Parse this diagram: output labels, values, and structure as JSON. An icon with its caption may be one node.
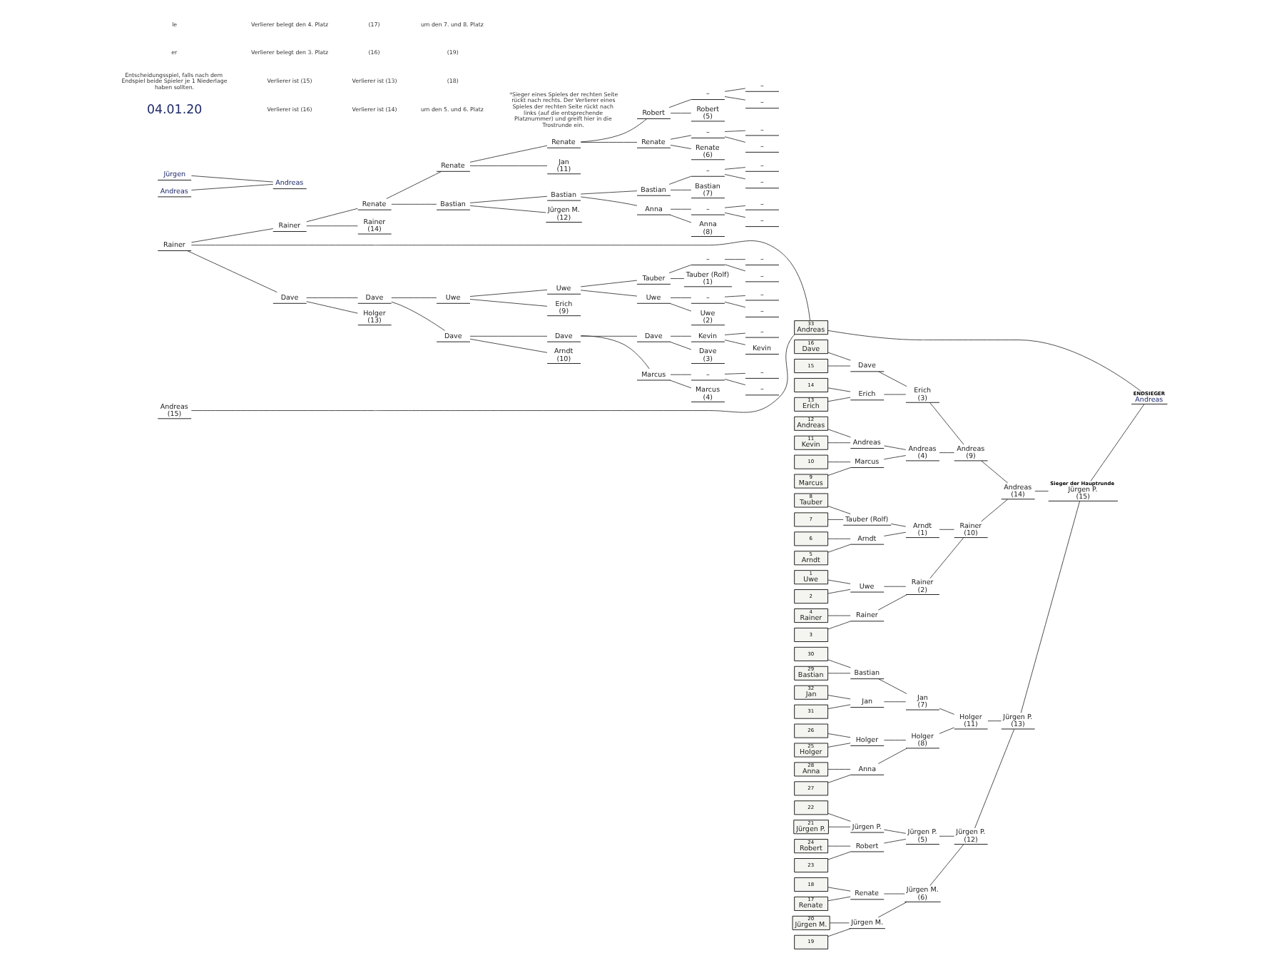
{
  "diagram": {
    "nodes": [
      {
        "text": [
          "1",
          "Uwe"
        ]
      },
      {
        "text": [
          "2"
        ]
      },
      {
        "text": [
          "3"
        ]
      },
      {
        "text": [
          "4",
          "Rainer"
        ]
      },
      {
        "text": [
          "5",
          "Arndt"
        ]
      },
      {
        "text": [
          "6"
        ]
      },
      {
        "text": [
          "7"
        ]
      },
      {
        "text": [
          "8",
          "Tauber"
        ]
      },
      {
        "text": [
          "9",
          "Marcus"
        ]
      },
      {
        "text": [
          "10"
        ]
      },
      {
        "text": [
          "11",
          "Kevin"
        ]
      },
      {
        "text": [
          "12",
          "Andreas"
        ]
      },
      {
        "text": [
          "13",
          "Erich"
        ]
      },
      {
        "text": [
          "14"
        ]
      },
      {
        "text": [
          "15"
        ]
      },
      {
        "text": [
          "16",
          "Dave"
        ]
      },
      {
        "text": [
          "17",
          "Renate"
        ]
      },
      {
        "text": [
          "18"
        ]
      },
      {
        "text": [
          "19"
        ]
      },
      {
        "text": [
          "20",
          "Jürgen M."
        ]
      },
      {
        "text": [
          "21",
          "Jürgen P."
        ]
      },
      {
        "text": [
          "22"
        ]
      },
      {
        "text": [
          "23"
        ]
      },
      {
        "text": [
          "24",
          "Robert"
        ]
      },
      {
        "text": [
          "25",
          "Holger"
        ]
      },
      {
        "text": [
          "26"
        ]
      },
      {
        "text": [
          "27"
        ]
      },
      {
        "text": [
          "28",
          "Anna"
        ]
      },
      {
        "text": [
          "29",
          "Bastian"
        ]
      },
      {
        "text": [
          "30"
        ]
      },
      {
        "text": [
          "31"
        ]
      },
      {
        "text": [
          "32",
          "Jan"
        ]
      },
      {
        "text": [
          "33",
          "Andreas"
        ]
      },
      {
        "text": [
          "Uwe"
        ]
      },
      {
        "text": [
          "Rainer"
        ]
      },
      {
        "text": [
          "Arndt"
        ]
      },
      {
        "text": [
          "Tauber (Rolf)"
        ]
      },
      {
        "text": [
          "Marcus"
        ]
      },
      {
        "text": [
          "Andreas"
        ]
      },
      {
        "text": [
          "Erich"
        ]
      },
      {
        "text": [
          "Dave"
        ]
      },
      {
        "text": [
          "Renate"
        ]
      },
      {
        "text": [
          "Jürgen M."
        ]
      },
      {
        "text": [
          "Jürgen P."
        ]
      },
      {
        "text": [
          "Robert"
        ]
      },
      {
        "text": [
          "Holger"
        ]
      },
      {
        "text": [
          "Anna"
        ]
      },
      {
        "text": [
          "Bastian"
        ]
      },
      {
        "text": [
          "Jan"
        ]
      },
      {
        "text": [
          "Rainer",
          "(2)"
        ]
      },
      {
        "text": [
          "Arndt",
          "(1)"
        ]
      },
      {
        "text": [
          "Andreas",
          "(4)"
        ]
      },
      {
        "text": [
          "Erich",
          "(3)"
        ]
      },
      {
        "text": [
          "Jürgen M.",
          "(6)"
        ]
      },
      {
        "text": [
          "Jürgen P.",
          "(5)"
        ]
      },
      {
        "text": [
          "Holger",
          "(8)"
        ]
      },
      {
        "text": [
          "Jan",
          "(7)"
        ]
      },
      {
        "text": [
          "Rainer",
          "(10)"
        ]
      },
      {
        "text": [
          "Andreas",
          "(9)"
        ]
      },
      {
        "text": [
          "Jürgen P.",
          "(12)"
        ]
      },
      {
        "text": [
          "Holger",
          "(11)"
        ]
      },
      {
        "text": [
          "Andreas",
          "(14)"
        ]
      },
      {
        "text": [
          "Jürgen P.",
          "(13)"
        ]
      },
      {
        "text": [
          "Sieger der Hauptrunde",
          "Jürgen P.",
          "(15)"
        ]
      },
      {
        "text": [
          "ENDSIEGER",
          "Andreas"
        ]
      },
      {
        "text": [
          "Jürgen"
        ]
      },
      {
        "text": [
          "Andreas"
        ]
      },
      {
        "text": [
          "Andreas"
        ]
      },
      {
        "text": [
          "–"
        ]
      },
      {
        "text": [
          "–"
        ]
      },
      {
        "text": [
          "–"
        ]
      },
      {
        "text": [
          "–"
        ]
      },
      {
        "text": [
          "–"
        ]
      },
      {
        "text": [
          "Kevin"
        ]
      },
      {
        "text": [
          "–"
        ]
      },
      {
        "text": [
          "–"
        ]
      },
      {
        "text": [
          "–"
        ]
      },
      {
        "text": [
          "–"
        ]
      },
      {
        "text": [
          "–"
        ]
      },
      {
        "text": [
          "–"
        ]
      },
      {
        "text": [
          "–"
        ]
      },
      {
        "text": [
          "–"
        ]
      },
      {
        "text": [
          "–"
        ]
      },
      {
        "text": [
          "–"
        ]
      },
      {
        "text": [
          "–"
        ]
      },
      {
        "text": [
          "Tauber (Rolf)",
          "(1)"
        ]
      },
      {
        "text": [
          "–"
        ]
      },
      {
        "text": [
          "Uwe",
          "(2)"
        ]
      },
      {
        "text": [
          "Kevin"
        ]
      },
      {
        "text": [
          "Dave",
          "(3)"
        ]
      },
      {
        "text": [
          "–"
        ]
      },
      {
        "text": [
          "Marcus",
          "(4)"
        ]
      },
      {
        "text": [
          "–"
        ]
      },
      {
        "text": [
          "Robert",
          "(5)"
        ]
      },
      {
        "text": [
          "–"
        ]
      },
      {
        "text": [
          "Renate",
          "(6)"
        ]
      },
      {
        "text": [
          "–"
        ]
      },
      {
        "text": [
          "Bastian",
          "(7)"
        ]
      },
      {
        "text": [
          "–"
        ]
      },
      {
        "text": [
          "Anna",
          "(8)"
        ]
      },
      {
        "text": [
          "Tauber"
        ]
      },
      {
        "text": [
          "Uwe"
        ]
      },
      {
        "text": [
          "Dave"
        ]
      },
      {
        "text": [
          "Marcus"
        ]
      },
      {
        "text": [
          "Robert"
        ]
      },
      {
        "text": [
          "Renate"
        ]
      },
      {
        "text": [
          "Bastian"
        ]
      },
      {
        "text": [
          "Anna"
        ]
      },
      {
        "text": [
          "Uwe"
        ]
      },
      {
        "text": [
          "Erich",
          "(9)"
        ]
      },
      {
        "text": [
          "Dave"
        ]
      },
      {
        "text": [
          "Arndt",
          "(10)"
        ]
      },
      {
        "text": [
          "Renate"
        ]
      },
      {
        "text": [
          "Jan",
          "(11)"
        ]
      },
      {
        "text": [
          "Bastian"
        ]
      },
      {
        "text": [
          "Jürgen M.",
          "(12)"
        ]
      },
      {
        "text": [
          "Uwe"
        ]
      },
      {
        "text": [
          "Dave"
        ]
      },
      {
        "text": [
          "Renate"
        ]
      },
      {
        "text": [
          "Bastian"
        ]
      },
      {
        "text": [
          "Dave"
        ]
      },
      {
        "text": [
          "Holger",
          "(13)"
        ]
      },
      {
        "text": [
          "Renate"
        ]
      },
      {
        "text": [
          "Rainer",
          "(14)"
        ]
      },
      {
        "text": [
          "Dave"
        ]
      },
      {
        "text": [
          "Rainer"
        ]
      },
      {
        "text": [
          "Rainer"
        ]
      },
      {
        "text": [
          "Andreas",
          "(15)"
        ]
      }
    ],
    "edges": [
      {
        "from": 0,
        "to": 33,
        "arrow": "none"
      },
      {
        "from": 1,
        "to": 33,
        "arrow": "none"
      },
      {
        "from": 2,
        "to": 34,
        "arrow": "none"
      },
      {
        "from": 3,
        "to": 34,
        "arrow": "none"
      },
      {
        "from": 4,
        "to": 35,
        "arrow": "none"
      },
      {
        "from": 5,
        "to": 35,
        "arrow": "none"
      },
      {
        "from": 6,
        "to": 36,
        "arrow": "none"
      },
      {
        "from": 7,
        "to": 36,
        "arrow": "none"
      },
      {
        "from": 8,
        "to": 37,
        "arrow": "none"
      },
      {
        "from": 9,
        "to": 37,
        "arrow": "none"
      },
      {
        "from": 10,
        "to": 38,
        "arrow": "none"
      },
      {
        "from": 11,
        "to": 38,
        "arrow": "none"
      },
      {
        "from": 12,
        "to": 39,
        "arrow": "none"
      },
      {
        "from": 13,
        "to": 39,
        "arrow": "none"
      },
      {
        "from": 14,
        "to": 40,
        "arrow": "none"
      },
      {
        "from": 15,
        "to": 40,
        "arrow": "none"
      },
      {
        "from": 16,
        "to": 41,
        "arrow": "none"
      },
      {
        "from": 17,
        "to": 41,
        "arrow": "none"
      },
      {
        "from": 18,
        "to": 42,
        "arrow": "none"
      },
      {
        "from": 19,
        "to": 42,
        "arrow": "none"
      },
      {
        "from": 20,
        "to": 43,
        "arrow": "none"
      },
      {
        "from": 21,
        "to": 43,
        "arrow": "none"
      },
      {
        "from": 22,
        "to": 44,
        "arrow": "none"
      },
      {
        "from": 23,
        "to": 44,
        "arrow": "none"
      },
      {
        "from": 24,
        "to": 45,
        "arrow": "none"
      },
      {
        "from": 25,
        "to": 45,
        "arrow": "none"
      },
      {
        "from": 26,
        "to": 46,
        "arrow": "none"
      },
      {
        "from": 27,
        "to": 46,
        "arrow": "none"
      },
      {
        "from": 28,
        "to": 47,
        "arrow": "none"
      },
      {
        "from": 29,
        "to": 47,
        "arrow": "none"
      },
      {
        "from": 30,
        "to": 48,
        "arrow": "none"
      },
      {
        "from": 31,
        "to": 48,
        "arrow": "none"
      },
      {
        "from": 33,
        "to": 49,
        "arrow": "none"
      },
      {
        "from": 34,
        "to": 49,
        "arrow": "none"
      },
      {
        "from": 35,
        "to": 50,
        "arrow": "none"
      },
      {
        "from": 36,
        "to": 50,
        "arrow": "none"
      },
      {
        "from": 37,
        "to": 51,
        "arrow": "none"
      },
      {
        "from": 38,
        "to": 51,
        "arrow": "none"
      },
      {
        "from": 39,
        "to": 52,
        "arrow": "none"
      },
      {
        "from": 40,
        "to": 52,
        "arrow": "none"
      },
      {
        "from": 41,
        "to": 53,
        "arrow": "none"
      },
      {
        "from": 42,
        "to": 53,
        "arrow": "none"
      },
      {
        "from": 43,
        "to": 54,
        "arrow": "none"
      },
      {
        "from": 44,
        "to": 54,
        "arrow": "none"
      },
      {
        "from": 45,
        "to": 55,
        "arrow": "none"
      },
      {
        "from": 46,
        "to": 55,
        "arrow": "none"
      },
      {
        "from": 47,
        "to": 56,
        "arrow": "none"
      },
      {
        "from": 48,
        "to": 56,
        "arrow": "none"
      },
      {
        "from": 49,
        "to": 57,
        "arrow": "none"
      },
      {
        "from": 50,
        "to": 57,
        "arrow": "none"
      },
      {
        "from": 51,
        "to": 58,
        "arrow": "none"
      },
      {
        "from": 52,
        "to": 58,
        "arrow": "none"
      },
      {
        "from": 53,
        "to": 59,
        "arrow": "none"
      },
      {
        "from": 54,
        "to": 59,
        "arrow": "none"
      },
      {
        "from": 55,
        "to": 60,
        "arrow": "none"
      },
      {
        "from": 56,
        "to": 60,
        "arrow": "none"
      },
      {
        "from": 57,
        "to": 61,
        "arrow": "none"
      },
      {
        "from": 58,
        "to": 61,
        "arrow": "none"
      },
      {
        "from": 59,
        "to": 62,
        "arrow": "none"
      },
      {
        "from": 60,
        "to": 62,
        "arrow": "none"
      },
      {
        "from": 61,
        "to": 63,
        "arrow": "none"
      },
      {
        "from": 62,
        "to": 63,
        "arrow": "none"
      },
      {
        "from": 63,
        "to": 64,
        "arrow": "none"
      },
      {
        "from": 32,
        "to": 64,
        "arrow": "none"
      },
      {
        "from": 65,
        "to": 67,
        "arrow": "none"
      },
      {
        "from": 66,
        "to": 67,
        "arrow": "none"
      },
      {
        "from": 68,
        "to": 84,
        "arrow": "none"
      },
      {
        "from": 69,
        "to": 84,
        "arrow": "none"
      },
      {
        "from": 70,
        "to": 86,
        "arrow": "none"
      },
      {
        "from": 71,
        "to": 86,
        "arrow": "none"
      },
      {
        "from": 72,
        "to": 88,
        "arrow": "none"
      },
      {
        "from": 73,
        "to": 88,
        "arrow": "none"
      },
      {
        "from": 74,
        "to": 90,
        "arrow": "none"
      },
      {
        "from": 75,
        "to": 90,
        "arrow": "none"
      },
      {
        "from": 76,
        "to": 92,
        "arrow": "none"
      },
      {
        "from": 77,
        "to": 92,
        "arrow": "none"
      },
      {
        "from": 78,
        "to": 94,
        "arrow": "none"
      },
      {
        "from": 79,
        "to": 94,
        "arrow": "none"
      },
      {
        "from": 80,
        "to": 96,
        "arrow": "none"
      },
      {
        "from": 81,
        "to": 96,
        "arrow": "none"
      },
      {
        "from": 82,
        "to": 98,
        "arrow": "none"
      },
      {
        "from": 83,
        "to": 98,
        "arrow": "none"
      },
      {
        "from": 84,
        "to": 100,
        "arrow": "none"
      },
      {
        "from": 85,
        "to": 100,
        "arrow": "none"
      },
      {
        "from": 86,
        "to": 101,
        "arrow": "none"
      },
      {
        "from": 87,
        "to": 101,
        "arrow": "none"
      },
      {
        "from": 88,
        "to": 102,
        "arrow": "none"
      },
      {
        "from": 89,
        "to": 102,
        "arrow": "none"
      },
      {
        "from": 90,
        "to": 103,
        "arrow": "none"
      },
      {
        "from": 91,
        "to": 103,
        "arrow": "none"
      },
      {
        "from": 92,
        "to": 104,
        "arrow": "none"
      },
      {
        "from": 93,
        "to": 104,
        "arrow": "none"
      },
      {
        "from": 94,
        "to": 105,
        "arrow": "none"
      },
      {
        "from": 95,
        "to": 105,
        "arrow": "none"
      },
      {
        "from": 96,
        "to": 106,
        "arrow": "none"
      },
      {
        "from": 97,
        "to": 106,
        "arrow": "none"
      },
      {
        "from": 98,
        "to": 107,
        "arrow": "none"
      },
      {
        "from": 99,
        "to": 107,
        "arrow": "none"
      },
      {
        "from": 100,
        "to": 108,
        "arrow": "none"
      },
      {
        "from": 101,
        "to": 108,
        "arrow": "none"
      },
      {
        "from": 102,
        "to": 110,
        "arrow": "none"
      },
      {
        "from": 103,
        "to": 110,
        "arrow": "none"
      },
      {
        "from": 104,
        "to": 112,
        "arrow": "none"
      },
      {
        "from": 105,
        "to": 112,
        "arrow": "none"
      },
      {
        "from": 106,
        "to": 114,
        "arrow": "none"
      },
      {
        "from": 107,
        "to": 114,
        "arrow": "none"
      },
      {
        "from": 108,
        "to": 116,
        "arrow": "none"
      },
      {
        "from": 109,
        "to": 116,
        "arrow": "none"
      },
      {
        "from": 110,
        "to": 117,
        "arrow": "none"
      },
      {
        "from": 111,
        "to": 117,
        "arrow": "none"
      },
      {
        "from": 112,
        "to": 118,
        "arrow": "none"
      },
      {
        "from": 113,
        "to": 118,
        "arrow": "none"
      },
      {
        "from": 114,
        "to": 119,
        "arrow": "none"
      },
      {
        "from": 115,
        "to": 119,
        "arrow": "none"
      },
      {
        "from": 116,
        "to": 120,
        "arrow": "none"
      },
      {
        "from": 117,
        "to": 120,
        "arrow": "none"
      },
      {
        "from": 118,
        "to": 122,
        "arrow": "none"
      },
      {
        "from": 119,
        "to": 122,
        "arrow": "none"
      },
      {
        "from": 120,
        "to": 124,
        "arrow": "none"
      },
      {
        "from": 121,
        "to": 124,
        "arrow": "none"
      },
      {
        "from": 122,
        "to": 125,
        "arrow": "none"
      },
      {
        "from": 123,
        "to": 125,
        "arrow": "none"
      },
      {
        "from": 124,
        "to": 126,
        "arrow": "none"
      },
      {
        "from": 125,
        "to": 126,
        "arrow": "none"
      },
      {
        "from": 126,
        "to": 32,
        "arrow": "none"
      },
      {
        "from": 127,
        "to": 32,
        "arrow": "none"
      }
    ],
    "labels": [
      "04.01.20",
      "Entscheidungsspiel, falls nach dem Endspiel beide Spieler je 1 Niederlage haben sollten.",
      "er",
      "le",
      "Verlierer ist (16)",
      "Verlierer ist (15)",
      "Verlierer belegt den 3. Platz",
      "Verlierer belegt den 4. Platz",
      "Verlierer ist (14)",
      "Verlierer ist (13)",
      "(16)",
      "(17)",
      "um den 5. und 6. Platz",
      "(18)",
      "(19)",
      "um den 7. und 8. Platz",
      "*Sieger eines Spieles der rechten Seite rückt nach rechts. Der Verlierer eines Spieles der rechten Seite rückt nach links (auf die entsprechende Platznummer) und greift hier in die Trostrunde ein."
    ]
  }
}
